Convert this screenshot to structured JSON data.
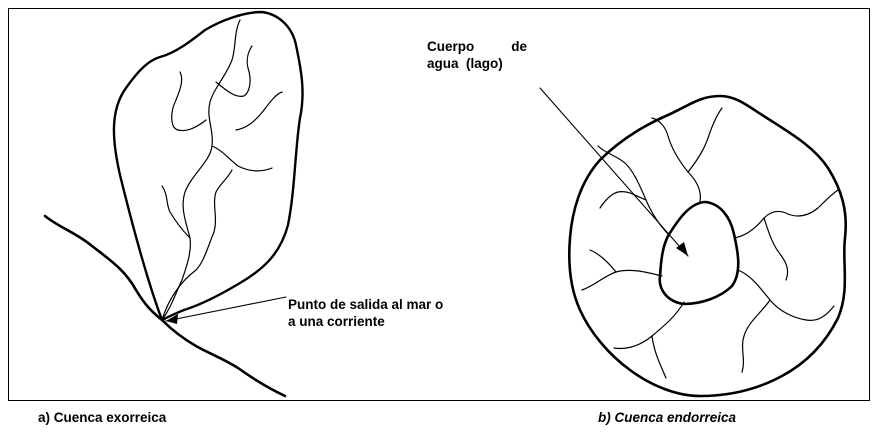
{
  "figure": {
    "lake_label": {
      "line1_word1": "Cuerpo",
      "line1_word2": "de",
      "line2": "agua  (lago)"
    },
    "outlet_label": {
      "line1": "Punto de salida al mar o",
      "line2": "a una corriente"
    },
    "captions": {
      "exorheic": "a) Cuenca exorreica",
      "endorheic": "b) Cuenca endorreica"
    }
  }
}
